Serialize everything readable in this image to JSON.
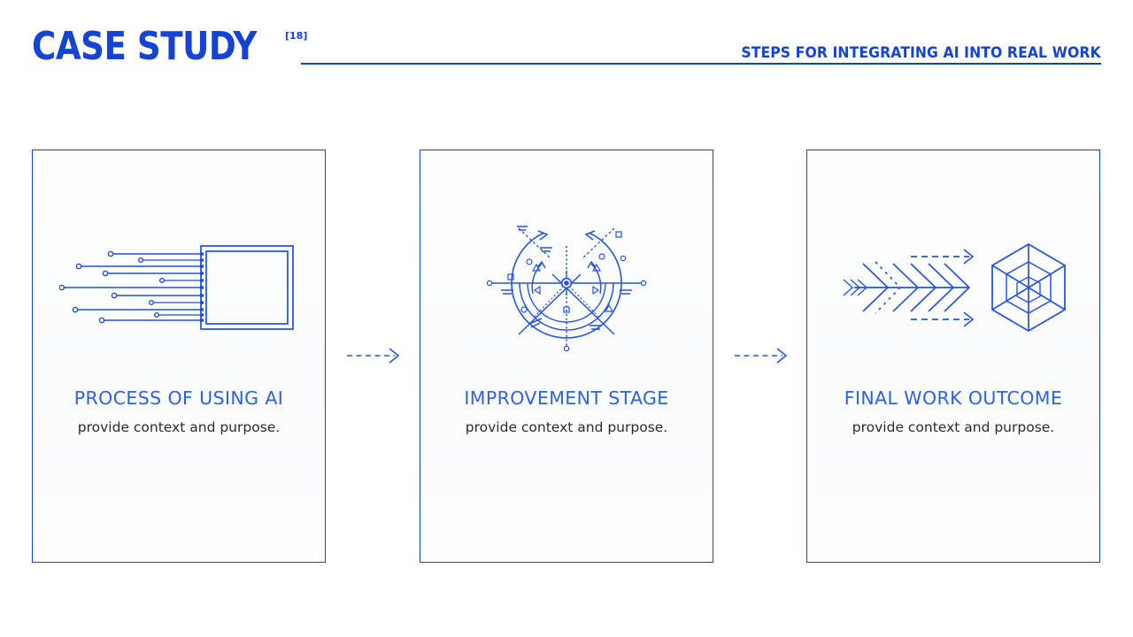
{
  "header": {
    "title": "CASE STUDY",
    "page_number": "[18]",
    "subtitle": "STEPS FOR INTEGRATING AI INTO REAL WORK",
    "accent_color": "#1443d6",
    "rule_color": "#13489a"
  },
  "cards": [
    {
      "id": "process-of-using-ai",
      "title": "PROCESS OF USING AI",
      "description": "provide context and purpose.",
      "icon_name": "data-streams-into-frame-icon"
    },
    {
      "id": "improvement-stage",
      "title": "IMPROVEMENT STAGE",
      "description": "provide context and purpose.",
      "icon_name": "radial-rotation-diagram-icon"
    },
    {
      "id": "final-work-outcome",
      "title": "FINAL WORK OUTCOME",
      "description": "provide context and purpose.",
      "icon_name": "chevron-arrow-into-hexagon-icon"
    }
  ],
  "connectors": [
    {
      "id": "connector-1",
      "icon_name": "dashed-arrow-right-icon"
    },
    {
      "id": "connector-2",
      "icon_name": "dashed-arrow-right-icon"
    }
  ],
  "theme": {
    "primary_blue": "#1443d6",
    "title_blue": "#2d61e0",
    "body_text": "#2b2b2b",
    "card_background": "#fdfefe",
    "page_background": "#ffffff"
  }
}
